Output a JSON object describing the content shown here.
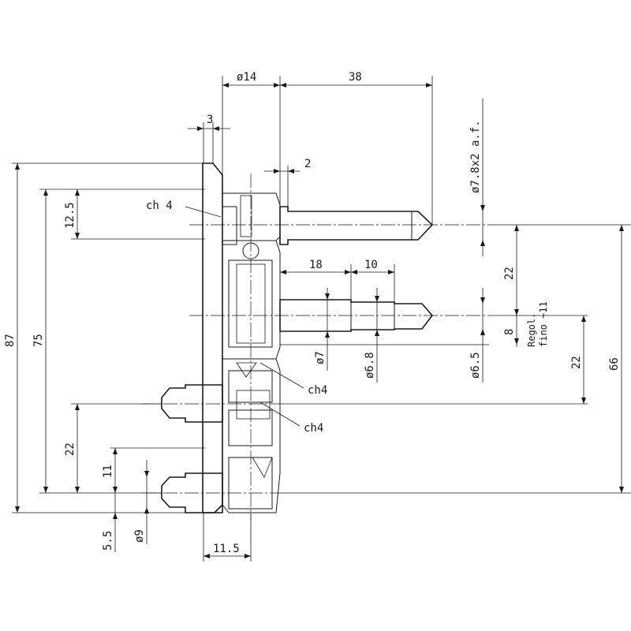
{
  "drawing": {
    "dimensions": {
      "d14": "ø14",
      "d38": "38",
      "d3": "3",
      "d2": "2",
      "d18": "18",
      "d10": "10",
      "d12_5": "12.5",
      "d87": "87",
      "d75": "75",
      "d22_left": "22",
      "d11": "11",
      "d5_5": "5.5",
      "d9": "ø9",
      "d11_5": "11.5",
      "d7": "ø7",
      "d6_8": "ø6.8",
      "d6_5": "ø6.5",
      "d7_8": "ø7.8x2 a.f.",
      "d22_right_top": "22",
      "d8": "8",
      "d22_right_mid": "22",
      "d66": "66"
    },
    "labels": {
      "ch4_top": "ch 4",
      "ch4_mid": "ch4",
      "ch4_low": "ch4",
      "regol_1": "Regol.",
      "regol_2": "fino ~11"
    }
  }
}
